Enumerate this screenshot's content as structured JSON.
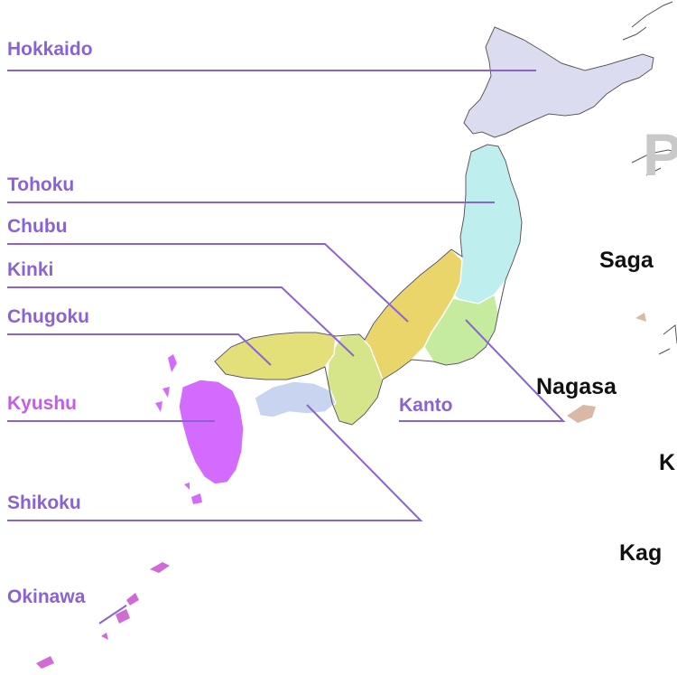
{
  "regions": {
    "hokkaido": {
      "label": "Hokkaido",
      "color": "#dcdcf0"
    },
    "tohoku": {
      "label": "Tohoku",
      "color": "#bfeeee"
    },
    "chubu": {
      "label": "Chubu",
      "color": "#ead56a"
    },
    "kinki": {
      "label": "Kinki",
      "color": "#d6e48a"
    },
    "chugoku": {
      "label": "Chugoku",
      "color": "#e3e07a"
    },
    "kyushu": {
      "label": "Kyushu",
      "color": "#d36bff"
    },
    "shikoku": {
      "label": "Shikoku",
      "color": "#c8d4f0"
    },
    "okinawa": {
      "label": "Okinawa",
      "color": "#d06bd6"
    },
    "kanto": {
      "label": "Kanto",
      "color": "#c5ec9e"
    }
  },
  "colors": {
    "label_purple": "#8a63d2",
    "kyushu_label": "#c55bea",
    "inset_islands": "#d9b8a8"
  },
  "inset": {
    "title_fragment": "P",
    "prefectures": [
      "Saga",
      "Nagasa",
      "K",
      "Kag"
    ]
  }
}
